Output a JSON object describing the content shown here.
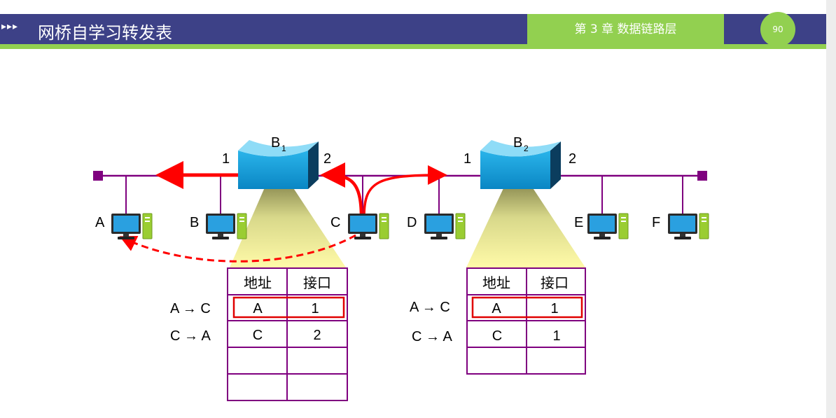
{
  "header": {
    "arrows": "▸▸▸",
    "title": "网桥自学习转发表",
    "chapter": "第 3 章  数据链路层",
    "page_number": "90"
  },
  "bridges": [
    {
      "name": "B",
      "sub": "1",
      "port_left": "1",
      "port_right": "2"
    },
    {
      "name": "B",
      "sub": "2",
      "port_left": "1",
      "port_right": "2"
    }
  ],
  "hosts": [
    "A",
    "B",
    "C",
    "D",
    "E",
    "F"
  ],
  "tables": [
    {
      "header": [
        "地址",
        "接口"
      ],
      "row_labels": [
        "A → C",
        "C → A"
      ],
      "rows": [
        [
          "A",
          "1"
        ],
        [
          "C",
          "2"
        ],
        [
          "",
          ""
        ],
        [
          "",
          ""
        ]
      ]
    },
    {
      "header": [
        "地址",
        "接口"
      ],
      "row_labels": [
        "A → C",
        "C → A"
      ],
      "rows": [
        [
          "A",
          "1"
        ],
        [
          "C",
          "1"
        ],
        [
          "",
          ""
        ]
      ]
    }
  ],
  "colors": {
    "header_bg": "#3d4187",
    "accent_green": "#92d050",
    "lan_line": "#7f007f",
    "frame_arrow": "#ff0000",
    "bridge_blue": "#0a9bd6",
    "table_border": "#7f007f"
  },
  "icons": {
    "host": "computer-icon",
    "bridge": "bridge-icon",
    "terminator": "lan-terminator-icon"
  }
}
